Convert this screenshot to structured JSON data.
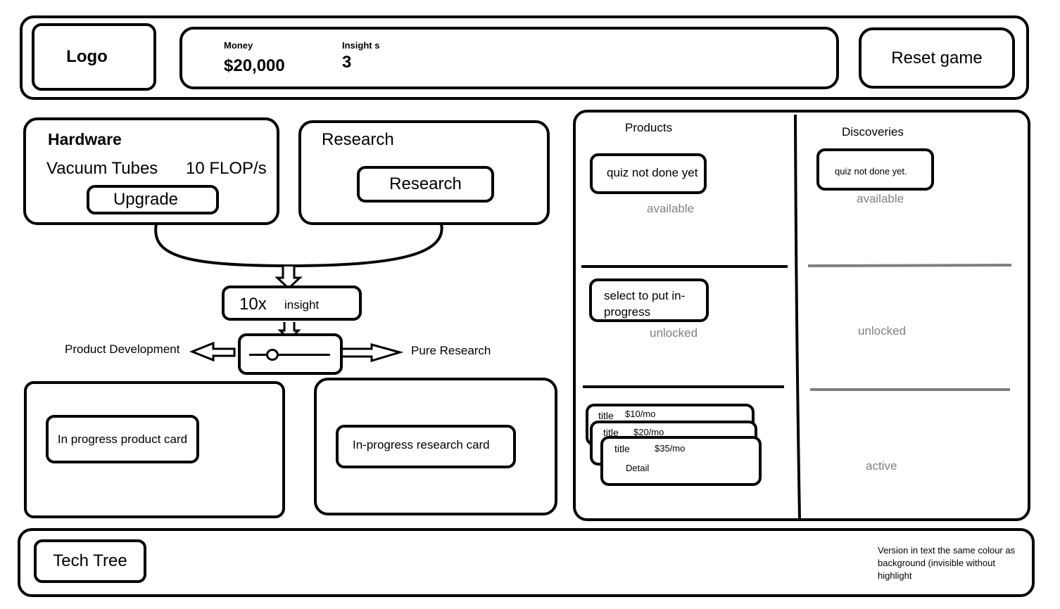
{
  "header": {
    "logo": "Logo",
    "money_label": "Money",
    "money_value": "$20,000",
    "insights_label": "Insight s",
    "insights_value": "3",
    "reset_label": "Reset game"
  },
  "hardware": {
    "title": "Hardware",
    "item": "Vacuum Tubes",
    "speed": "10 FLOP/s",
    "upgrade_label": "Upgrade"
  },
  "research": {
    "title": "Research",
    "button_label": "Research"
  },
  "flow": {
    "multiplier": "10x",
    "unit": "insight",
    "left_label": "Product Development",
    "right_label": "Pure Research"
  },
  "inprogress": {
    "product_card": "In progress product card",
    "research_card": "In-progress research card"
  },
  "products": {
    "title": "Products",
    "available_card": "quiz not done yet",
    "available_label": "available",
    "unlocked_card": "select to put in-progress",
    "unlocked_label": "unlocked",
    "active_cards": [
      {
        "title": "title",
        "price": "$10/mo"
      },
      {
        "title": "title",
        "price": "$20/mo"
      },
      {
        "title": "title",
        "price": "$35/mo",
        "detail": "Detail"
      }
    ]
  },
  "discoveries": {
    "title": "Discoveries",
    "available_card": "quiz not done yet.",
    "available_label": "available",
    "unlocked_label": "unlocked",
    "active_label": "active"
  },
  "footer": {
    "tech_tree_label": "Tech Tree",
    "version_note": "Version in text the same colour as background (invisible without highlight"
  },
  "colors": {
    "ink": "#000000",
    "muted": "#808080",
    "divider_grey": "#7f7f7f",
    "background": "#ffffff"
  }
}
